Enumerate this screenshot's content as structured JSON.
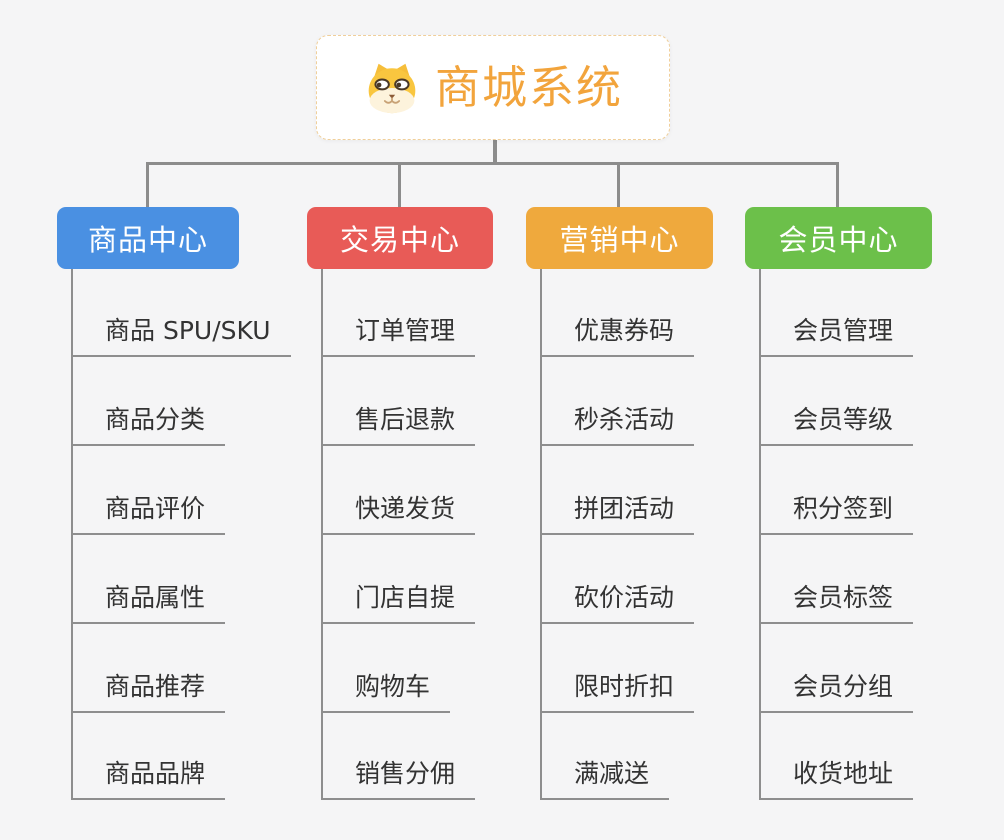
{
  "root": {
    "title": "商城系统",
    "icon": "dog-face-icon"
  },
  "branches": [
    {
      "label": "商品中心",
      "color": "#4a90e2",
      "items": [
        "商品 SPU/SKU",
        "商品分类",
        "商品评价",
        "商品属性",
        "商品推荐",
        "商品品牌"
      ]
    },
    {
      "label": "交易中心",
      "color": "#e85b57",
      "items": [
        "订单管理",
        "售后退款",
        "快递发货",
        "门店自提",
        "购物车",
        "销售分佣"
      ]
    },
    {
      "label": "营销中心",
      "color": "#efa93d",
      "items": [
        "优惠券码",
        "秒杀活动",
        "拼团活动",
        "砍价活动",
        "限时折扣",
        "满减送"
      ]
    },
    {
      "label": "会员中心",
      "color": "#6cc04a",
      "items": [
        "会员管理",
        "会员等级",
        "积分签到",
        "会员标签",
        "会员分组",
        "收货地址"
      ]
    }
  ],
  "colors": {
    "background": "#f5f5f6",
    "connector": "#8c8c8c",
    "root_title": "#f2a43c",
    "root_border": "#f0cf9a",
    "child_text": "#333333",
    "child_underline": "#8e8e8e"
  }
}
